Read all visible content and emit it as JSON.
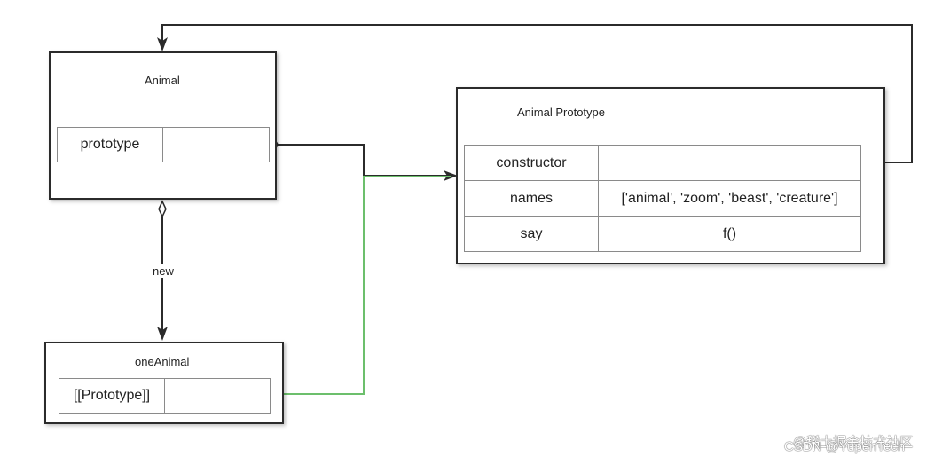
{
  "nodes": {
    "animal": {
      "title": "Animal",
      "fields": [
        {
          "key": "prototype",
          "value": ""
        }
      ]
    },
    "animal_prototype": {
      "title": "Animal Prototype",
      "fields": [
        {
          "key": "constructor",
          "value": ""
        },
        {
          "key": "names",
          "value": "['animal', 'zoom', 'beast', 'creature']"
        },
        {
          "key": "say",
          "value": "f()"
        }
      ]
    },
    "one_animal": {
      "title": "oneAnimal",
      "fields": [
        {
          "key": "[[Prototype]]",
          "value": ""
        }
      ]
    }
  },
  "edges": {
    "new_label": "new"
  },
  "colors": {
    "dark": "#2b2b2b",
    "green": "#6cbf6c"
  },
  "watermark": {
    "line1": "@稀土掘金技术社区",
    "line2": "CSDN @YupenTech"
  }
}
